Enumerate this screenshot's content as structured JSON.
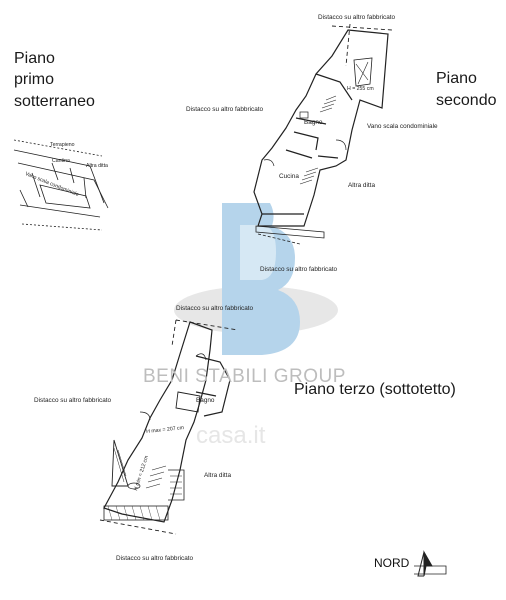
{
  "floors": {
    "basement_line1": "Piano",
    "basement_line2": "primo",
    "basement_line3": "sotterraneo",
    "second_line1": "Piano",
    "second_line2": "secondo",
    "third": "Piano terzo (sottotetto)"
  },
  "basement_labels": {
    "terrapieno": "Terrapieno",
    "cantina": "Cantina",
    "altra_ditta": "Altra ditta",
    "vano_scala": "Vano scala condominiale"
  },
  "second_floor_labels": {
    "distacco_top": "Distacco su altro fabbricato",
    "distacco_left": "Distacco su altro fabbricato",
    "distacco_bottom": "Distacco su altro fabbricato",
    "height": "H = 255 cm",
    "bagno": "Bagno",
    "vano_scala": "Vano scala condominiale",
    "cucina": "Cucina",
    "altra_ditta": "Altra ditta"
  },
  "third_floor_labels": {
    "distacco_top": "Distacco su altro fabbricato",
    "distacco_left": "Distacco su altro fabbricato",
    "distacco_bottom": "Distacco su altro fabbricato",
    "bagno": "Bagno",
    "height_max": "H max = 207 cm",
    "height_min": "H min = 212 cm",
    "altra_ditta": "Altra ditta"
  },
  "compass": {
    "label": "NORD"
  },
  "watermark": {
    "brand": "BENI STABILI GROUP",
    "site": "casa.it",
    "colors": {
      "logo": "#a9cde8",
      "oval": "#c8c8c8"
    }
  }
}
